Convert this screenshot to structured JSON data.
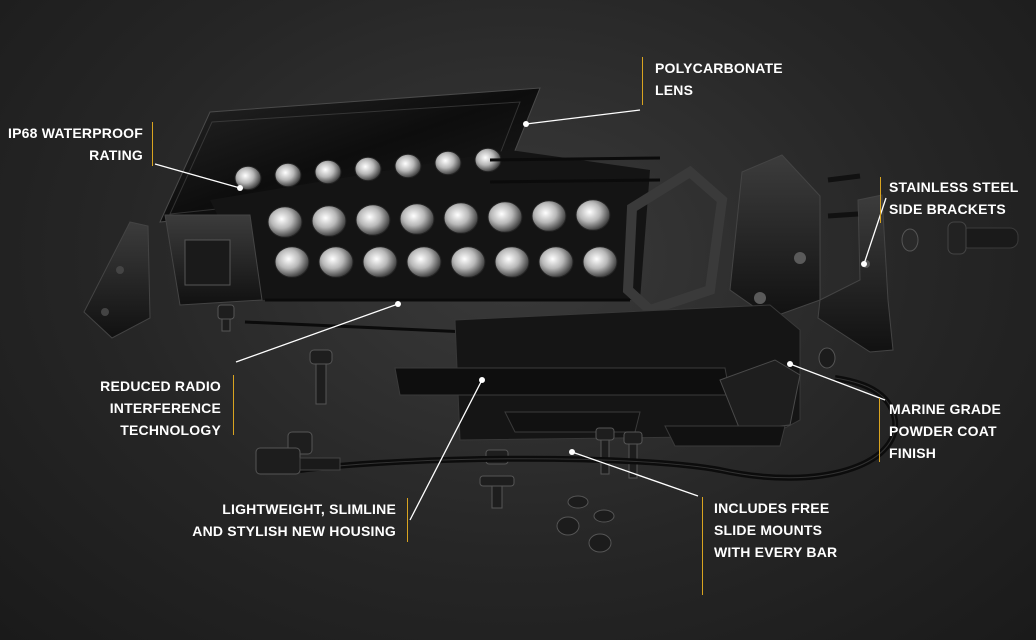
{
  "accent_color": "#d9a420",
  "callouts": {
    "lens": {
      "lines": [
        "POLYCARBONATE",
        "LENS"
      ]
    },
    "waterproof": {
      "lines": [
        "IP68 WATERPROOF",
        "RATING"
      ]
    },
    "brackets": {
      "lines": [
        "STAINLESS STEEL",
        "SIDE BRACKETS"
      ]
    },
    "radio": {
      "lines": [
        "REDUCED RADIO",
        "INTERFERENCE",
        "TECHNOLOGY"
      ]
    },
    "marine": {
      "lines": [
        "MARINE GRADE",
        "POWDER COAT",
        "FINISH"
      ]
    },
    "housing": {
      "lines": [
        "LIGHTWEIGHT, SLIMLINE",
        "AND STYLISH NEW HOUSING"
      ]
    },
    "mounts": {
      "lines": [
        "INCLUDES FREE",
        "SLIDE MOUNTS",
        "WITH EVERY BAR"
      ]
    }
  }
}
